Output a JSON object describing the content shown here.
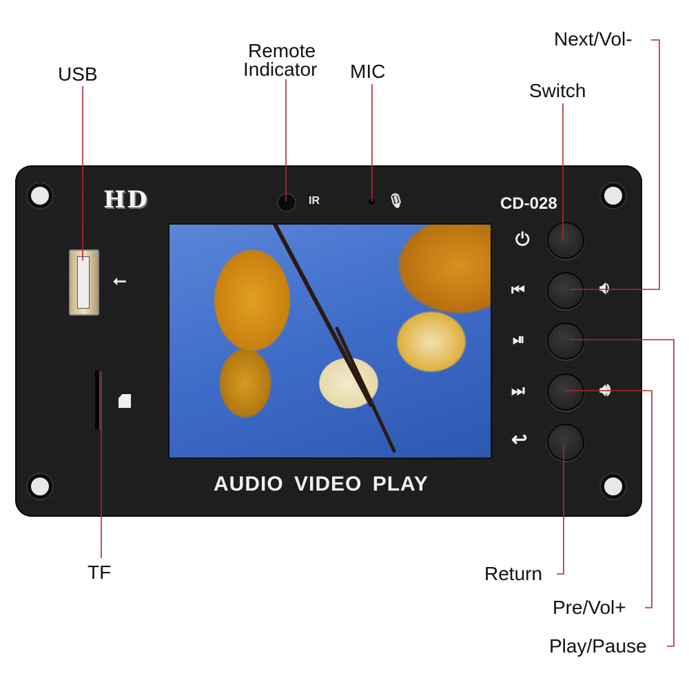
{
  "labels": {
    "usb": "USB",
    "remote_line1": "Remote",
    "remote_line2": "Indicator",
    "mic": "MIC",
    "next_vol_minus": "Next/Vol-",
    "switch": "Switch",
    "tf": "TF",
    "return": "Return",
    "pre_vol_plus": "Pre/Vol+",
    "play_pause": "Play/Pause"
  },
  "board": {
    "logo": "HD",
    "model": "CD-028",
    "caption": "AUDIO VIDEO PLAY",
    "ir_mark": "IR"
  },
  "colors": {
    "leader_line": "#b3262e",
    "board": "#1e1e1e"
  }
}
